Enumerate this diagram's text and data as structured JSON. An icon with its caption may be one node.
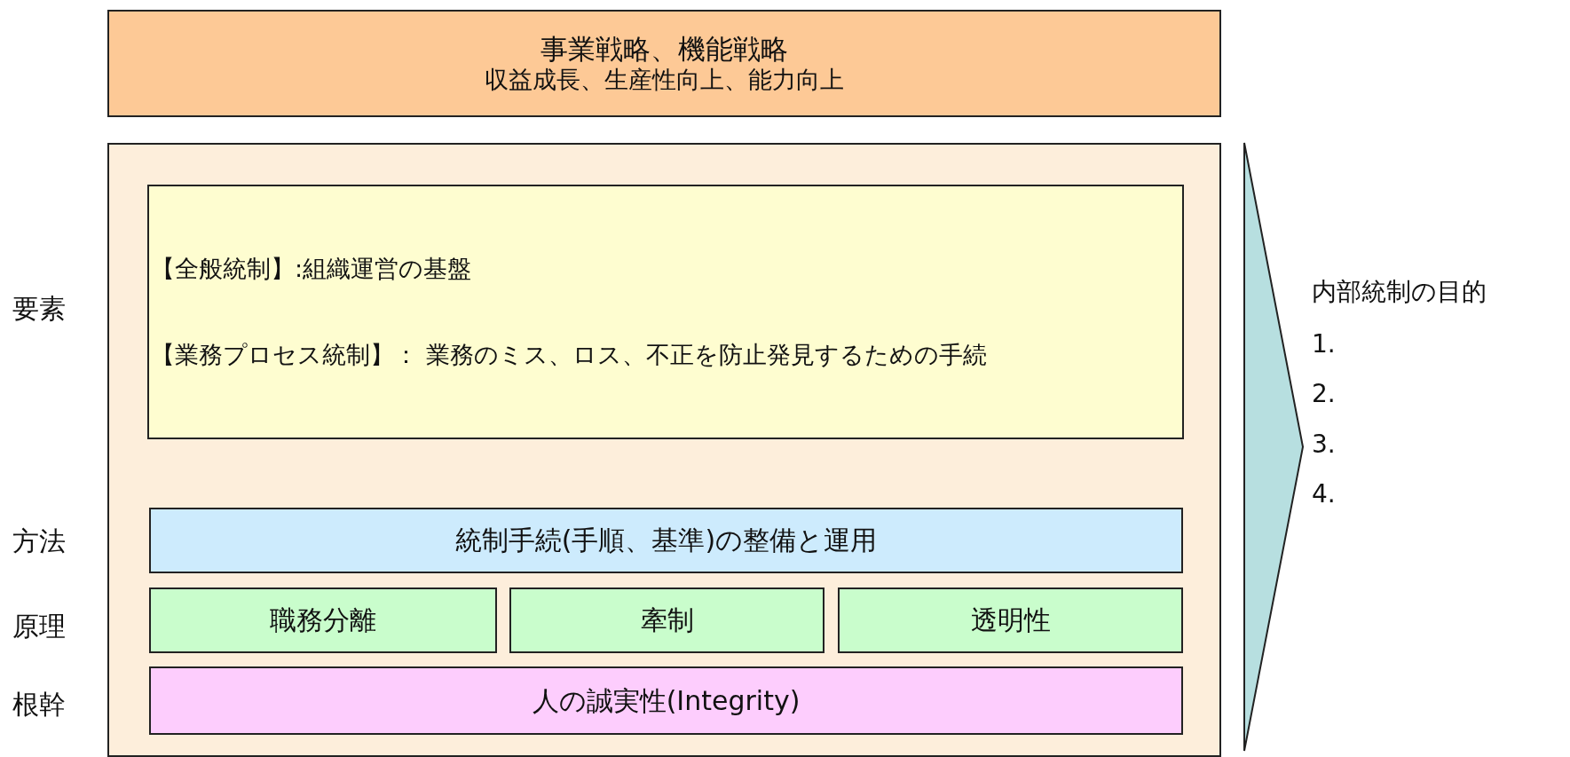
{
  "diagram": {
    "nodes": [
      {
        "text": [
          "事業戦略、機能戦略",
          "収益成長、生産性向上、能力向上"
        ]
      },
      {
        "text": [],
        "shape": "box"
      },
      {
        "text": [
          "【全般統制】:組織運営の基盤",
          "【業務プロセス統制】： 業務のミス、ロス、不正を防止発見するための手続"
        ],
        "in": 1
      },
      {
        "text": [
          "統制手続(手順、基準)の整備と運用"
        ],
        "in": 1
      },
      {
        "text": [
          "職務分離"
        ],
        "in": 1
      },
      {
        "text": [
          "牽制"
        ],
        "in": 1
      },
      {
        "text": [
          "透明性"
        ],
        "in": 1
      },
      {
        "text": [
          "人の誠実性(Integrity)"
        ],
        "in": 1
      },
      {
        "text": [
          "内部統制の目的"
        ],
        "beside": [
          "1.",
          "2.",
          "3.",
          "4."
        ]
      }
    ],
    "edges": [
      {
        "from": 1,
        "to": 8,
        "arrow": "to",
        "style": "thick",
        "color": "#b7dfe0"
      }
    ],
    "labels": [
      "要素",
      "方法",
      "原理",
      "根幹"
    ]
  }
}
